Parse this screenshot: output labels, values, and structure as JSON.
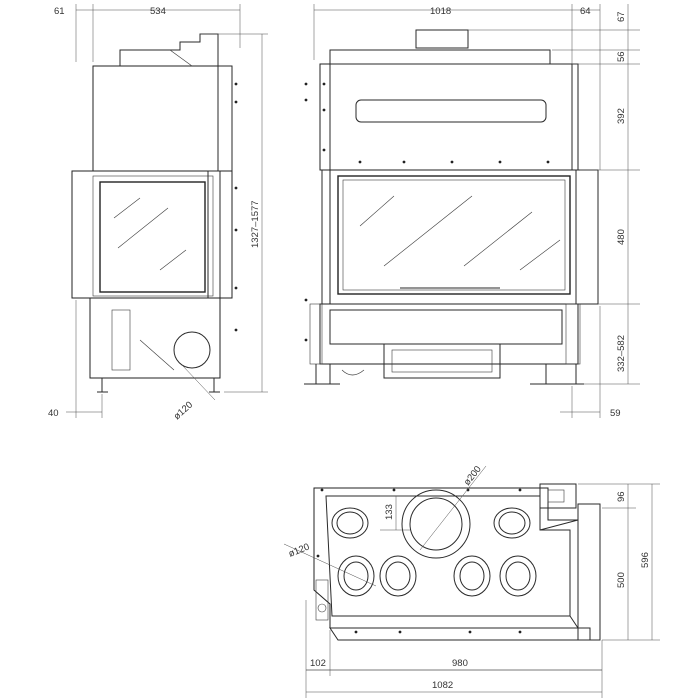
{
  "views": {
    "side": {
      "top_left": "61",
      "top_width": "534",
      "height": "1327–1577",
      "bottom_left": "40",
      "flue": "ø120"
    },
    "front": {
      "top_width": "1018",
      "top_right": "64",
      "right_67": "67",
      "right_56": "56",
      "right_392": "392",
      "right_480": "480",
      "right_332": "332–582",
      "bottom_right": "59"
    },
    "top": {
      "collar": "ø200",
      "offset": "133",
      "side_flue": "ø120",
      "right_96": "96",
      "right_500": "500",
      "right_596": "596",
      "bottom_102": "102",
      "bottom_980": "980",
      "bottom_1082": "1082"
    }
  }
}
